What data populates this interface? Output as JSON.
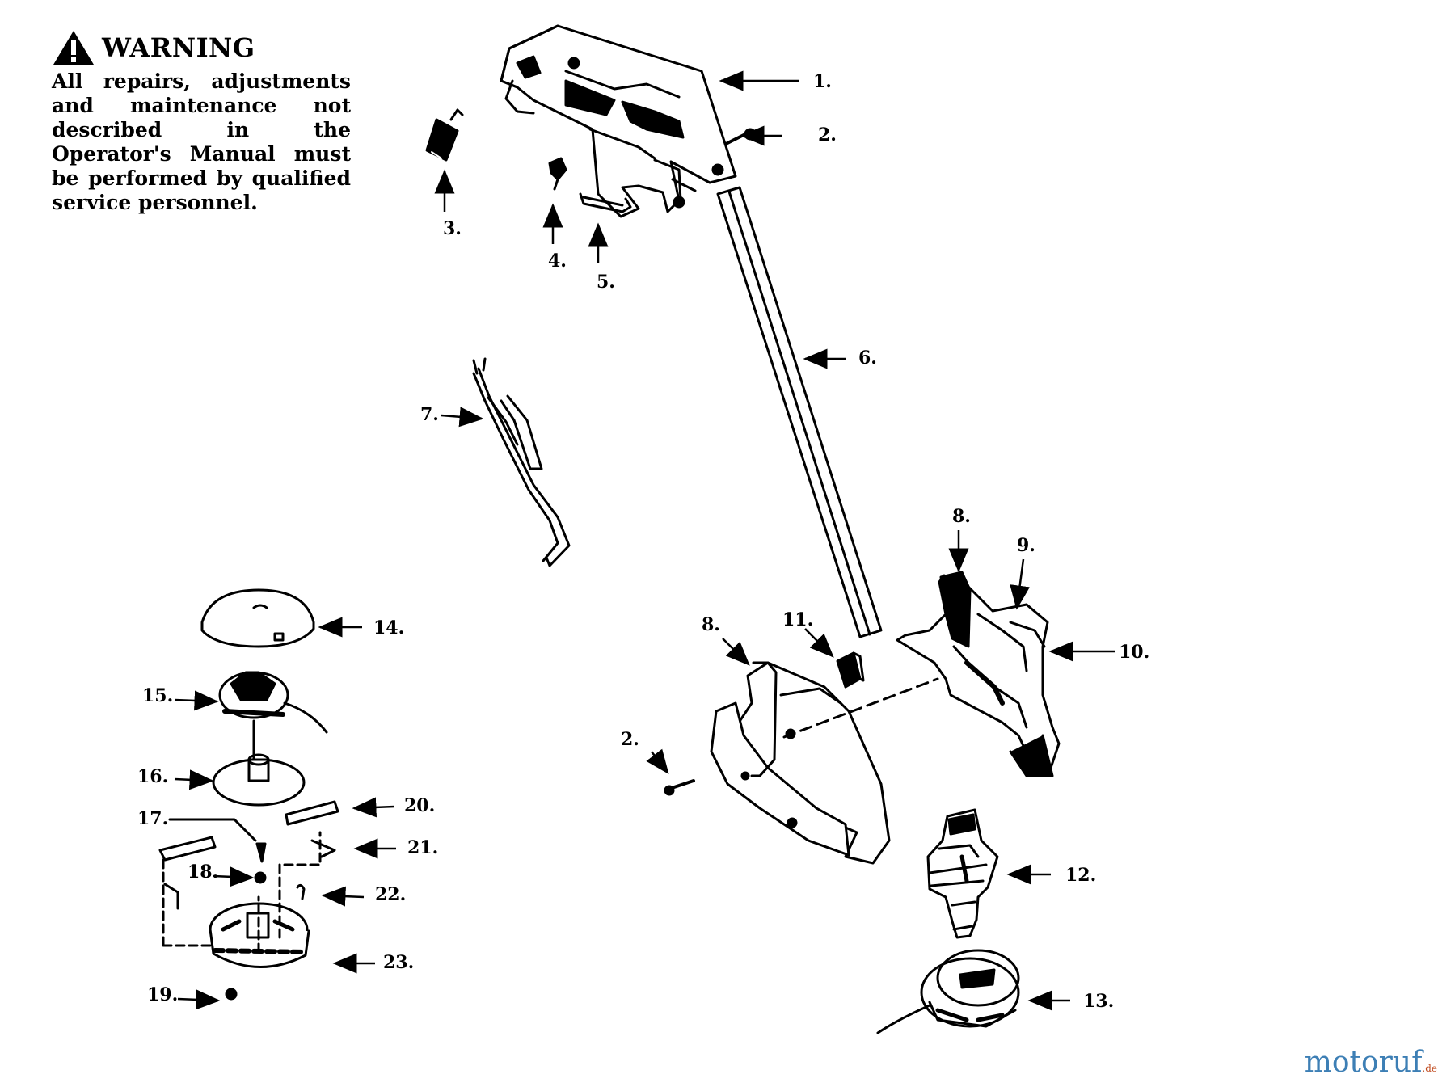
{
  "warning": {
    "title": "WARNING",
    "text": "All repairs, adjustments and maintenance not described in the Operator's Manual must be performed by qualified service personnel."
  },
  "callouts": {
    "c1": "1.",
    "c2a": "2.",
    "c2b": "2.",
    "c3": "3.",
    "c4": "4.",
    "c5": "5.",
    "c6": "6.",
    "c7": "7.",
    "c8a": "8.",
    "c8b": "8.",
    "c9": "9.",
    "c10": "10.",
    "c11": "11.",
    "c12": "12.",
    "c13": "13.",
    "c14": "14.",
    "c15": "15.",
    "c16": "16.",
    "c17": "17.",
    "c18": "18.",
    "c19": "19.",
    "c20": "20.",
    "c21": "21.",
    "c22": "22.",
    "c23": "23."
  },
  "watermark": {
    "name": "motoruf",
    "suffix": ".de"
  },
  "colors": {
    "ink": "#000000",
    "watermark_blue": "#3d7fb5",
    "watermark_orange": "#e07a1e"
  }
}
